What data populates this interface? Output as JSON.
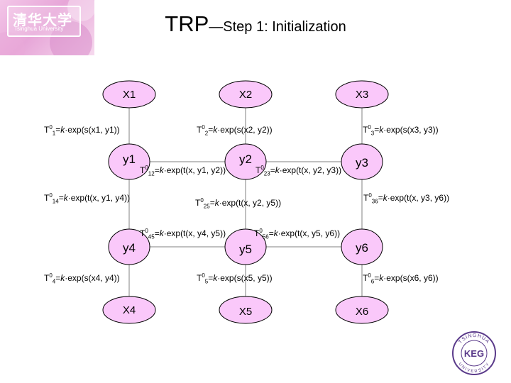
{
  "logo": {
    "name_cn": "清华大学",
    "name_en": "Tsinghua University"
  },
  "title": {
    "main": "TRP",
    "sub": "—Step 1: Initialization"
  },
  "nodes": {
    "x1": "X1",
    "x2": "X2",
    "x3": "X3",
    "x4": "X4",
    "x5": "X5",
    "x6": "X6",
    "y1": "y1",
    "y2": "y2",
    "y3": "y3",
    "y4": "y4",
    "y5": "y5",
    "y6": "y6"
  },
  "formulas": {
    "f1": {
      "prefix": "T",
      "sup": "0",
      "sub": "1",
      "eq": "=",
      "k": "k",
      "func": "·exp(s(x1, y1))"
    },
    "f2": {
      "prefix": "T",
      "sup": "0",
      "sub": "2",
      "eq": "=",
      "k": "k",
      "func": "·exp(s(x2, y2))"
    },
    "f3": {
      "prefix": "T",
      "sup": "0",
      "sub": "3",
      "eq": "=",
      "k": "k",
      "func": "·exp(s(x3, y3))"
    },
    "f12": {
      "prefix": "T",
      "sup": "0",
      "sub": "12",
      "eq": "=",
      "k": "k",
      "func": "·exp(t(x, y1, y2))"
    },
    "f23": {
      "prefix": "T",
      "sup": "0",
      "sub": "23",
      "eq": "=",
      "k": "k",
      "func": "·exp(t(x, y2, y3))"
    },
    "f14": {
      "prefix": "T",
      "sup": "0",
      "sub": "14",
      "eq": "=",
      "k": "k",
      "func": "·exp(t(x, y1, y4))"
    },
    "f25": {
      "prefix": "T",
      "sup": "0",
      "sub": "25",
      "eq": "=",
      "k": "k",
      "func": "·exp(t(x, y2, y5))"
    },
    "f36": {
      "prefix": "T",
      "sup": "0",
      "sub": "36",
      "eq": "=",
      "k": "k",
      "func": "·exp(t(x, y3, y6))"
    },
    "f45": {
      "prefix": "T",
      "sup": "0",
      "sub": "45",
      "eq": "=",
      "k": "k",
      "func": "·exp(t(x, y4, y5))"
    },
    "f56": {
      "prefix": "T",
      "sup": "0",
      "sub": "56",
      "eq": "=",
      "k": "k",
      "func": "·exp(t(x, y5, y6))"
    },
    "f4": {
      "prefix": "T",
      "sup": "0",
      "sub": "4",
      "eq": "=",
      "k": "k",
      "func": "·exp(s(x4, y4))"
    },
    "f5": {
      "prefix": "T",
      "sup": "0",
      "sub": "5",
      "eq": "=",
      "k": "k",
      "func": "·exp(s(x5, y5))"
    },
    "f6": {
      "prefix": "T",
      "sup": "0",
      "sub": "6",
      "eq": "=",
      "k": "k",
      "func": "·exp(s(x6, y6))"
    }
  },
  "seal": {
    "top": "TSINGHUA",
    "center": "KEG",
    "bottom": "UNIVERSITY"
  },
  "colors": {
    "node_fill": "#fac8fa",
    "edge": "#808080",
    "text": "#000000"
  }
}
